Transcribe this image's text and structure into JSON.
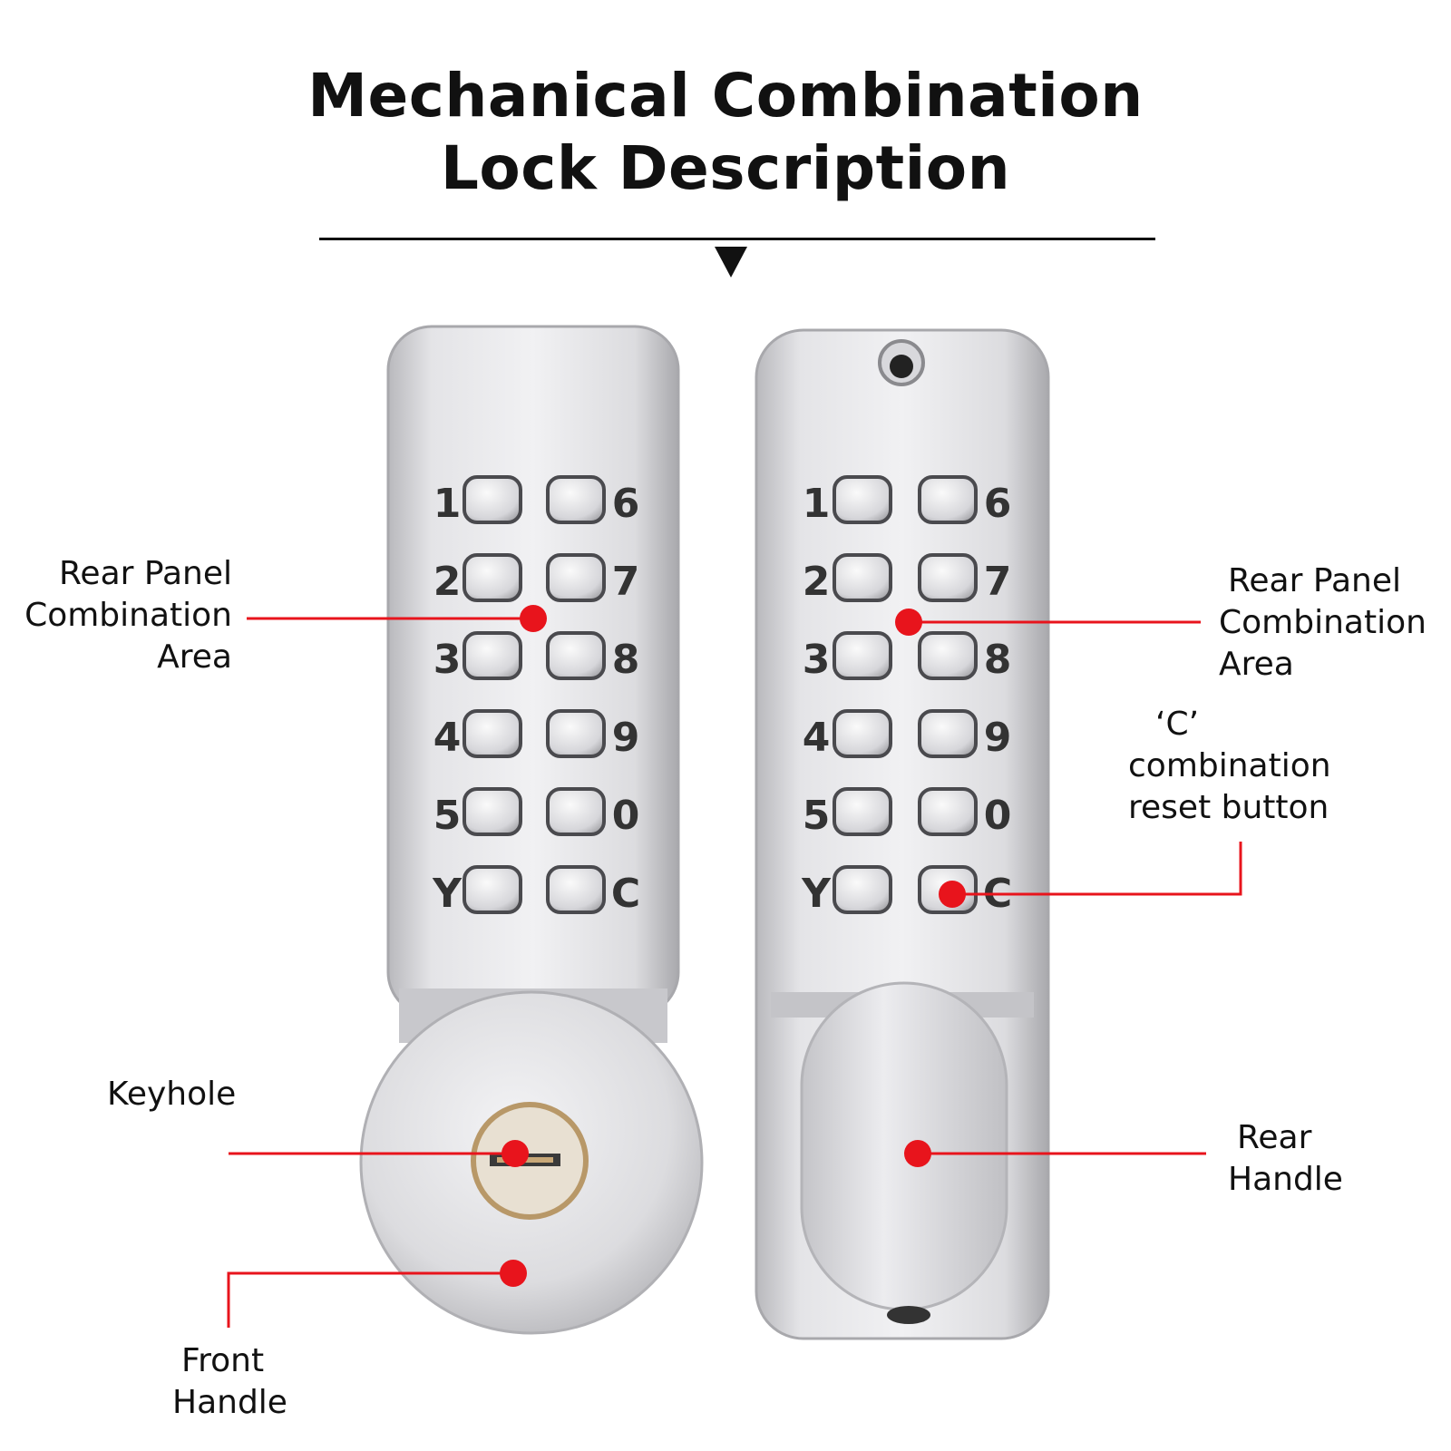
{
  "title": {
    "line1": "Mechanical Combination",
    "line2": "Lock Description"
  },
  "keypad": {
    "left_column": [
      "1",
      "2",
      "3",
      "4",
      "5",
      "Y"
    ],
    "right_column": [
      "6",
      "7",
      "8",
      "9",
      "0",
      "C"
    ]
  },
  "labels": {
    "rear_panel_left": [
      "Rear Panel",
      "Combination",
      "Area"
    ],
    "rear_panel_right": [
      "Rear Panel",
      "Combination",
      "Area"
    ],
    "reset_button": [
      "‘C’",
      "combination",
      "reset button"
    ],
    "keyhole": [
      "Keyhole"
    ],
    "rear_handle": [
      "Rear",
      "Handle"
    ],
    "front_handle": [
      "Front",
      "Handle"
    ]
  },
  "colors": {
    "callout": "#e8141c",
    "metal_light": "#e8e8ea",
    "metal_dark": "#b4b4b8",
    "text": "#111111",
    "brass": "#c8a878"
  },
  "icons": {
    "divider_arrow": "down-triangle-icon"
  }
}
